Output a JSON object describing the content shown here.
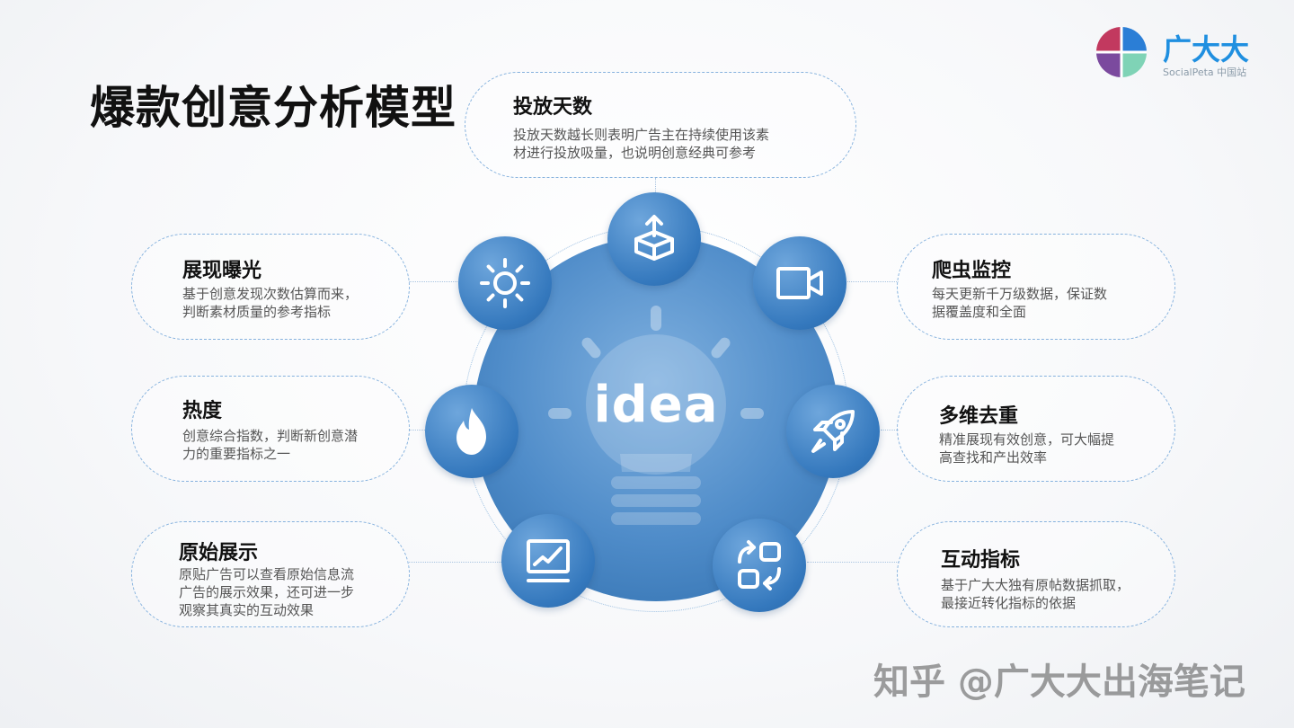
{
  "title": "爆款创意分析模型",
  "logo": {
    "name": "广大大",
    "sub": "SocialPeta 中国站"
  },
  "center": {
    "label": "idea"
  },
  "cards": {
    "days": {
      "title": "投放天数",
      "desc": "投放天数越长则表明广告主在持续使用该素\n材进行投放吸量，也说明创意经典可参考"
    },
    "exposure": {
      "title": "展现曝光",
      "desc": "基于创意发现次数估算而来，\n判断素材质量的参考指标"
    },
    "heat": {
      "title": "热度",
      "desc": "创意综合指数，判断新创意潜\n力的重要指标之一"
    },
    "original": {
      "title": "原始展示",
      "desc": "原贴广告可以查看原始信息流\n广告的展示效果，还可进一步\n观察其真实的互动效果"
    },
    "crawler": {
      "title": "爬虫监控",
      "desc": "每天更新千万级数据，保证数\n据覆盖度和全面"
    },
    "dedup": {
      "title": "多维去重",
      "desc": "精准展现有效创意，可大幅提\n高查找和产出效率"
    },
    "interaction": {
      "title": "互动指标",
      "desc": "基于广大大独有原帖数据抓取，\n最接近转化指标的依据"
    }
  },
  "icons": {
    "days": "box-upload-icon",
    "exposure": "sun-icon",
    "heat": "flame-icon",
    "original": "line-chart-icon",
    "crawler": "video-camera-icon",
    "dedup": "rocket-icon",
    "interaction": "swap-squares-icon",
    "center": "lightbulb-icon"
  },
  "colors": {
    "accent": "#3a7fc4",
    "card_border": "#86b2de",
    "brand": "#1f8fe0"
  },
  "watermark": "知乎 @广大大出海笔记"
}
